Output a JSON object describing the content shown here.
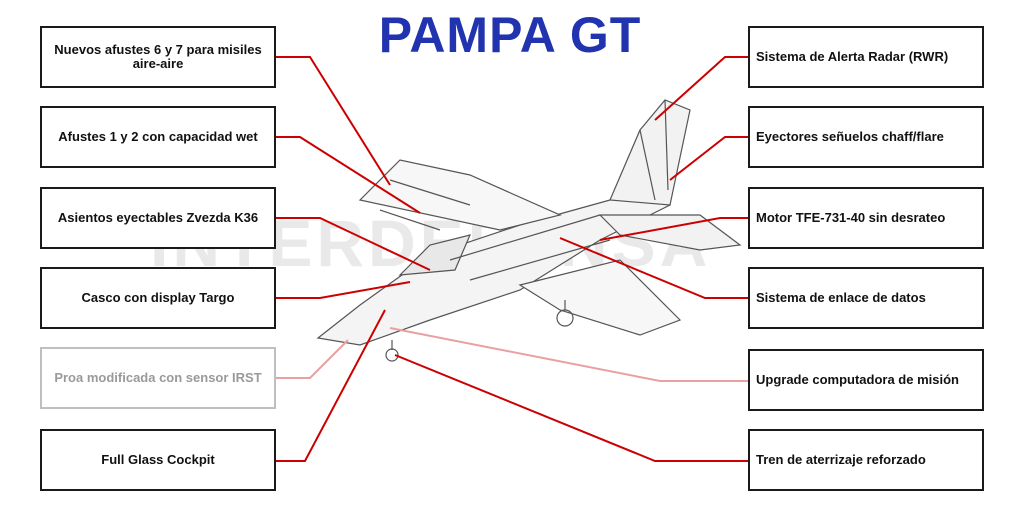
{
  "title": "PAMPA GT",
  "watermark": "INTERDEFENSA",
  "colors": {
    "title": "#2233b0",
    "leader": "#cc0000"
  },
  "left_labels": [
    "Nuevos afustes 6 y 7 para misiles aire-aire",
    "Afustes 1 y 2 con capacidad wet",
    "Asientos eyectables Zvezda K36",
    "Casco con display Targo",
    "Proa modificada con sensor IRST",
    "Full Glass Cockpit"
  ],
  "right_labels": [
    "Sistema de Alerta Radar (RWR)",
    "Eyectores señuelos chaff/flare",
    "Motor TFE-731-40 sin desrateo",
    "Sistema de enlace de datos",
    "Upgrade computadora de misión",
    "Tren de aterrizaje reforzado"
  ]
}
